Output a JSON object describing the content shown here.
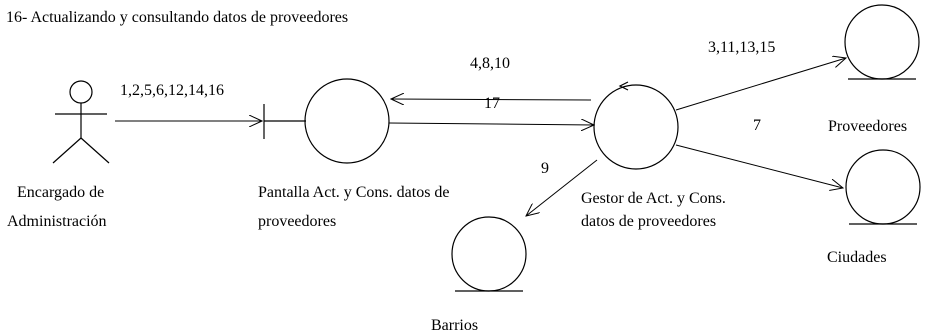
{
  "diagram": {
    "title": "16- Actualizando y consultando datos de proveedores",
    "actor": {
      "label_line1": "Encargado de",
      "label_line2": "Administración"
    },
    "boundary": {
      "label_line1": "Pantalla Act. y Cons. datos de",
      "label_line2": "proveedores"
    },
    "control": {
      "label_line1": "Gestor de Act. y Cons.",
      "label_line2": "datos de proveedores"
    },
    "entities": {
      "proveedores": "Proveedores",
      "ciudades": "Ciudades",
      "barrios": "Barrios"
    },
    "messages": {
      "actor_to_boundary": "1,2,5,6,12,14,16",
      "control_to_boundary": "4,8,10",
      "boundary_to_control": "17",
      "control_to_proveedores": "3,11,13,15",
      "control_to_ciudades": "7",
      "control_to_barrios": "9"
    }
  }
}
